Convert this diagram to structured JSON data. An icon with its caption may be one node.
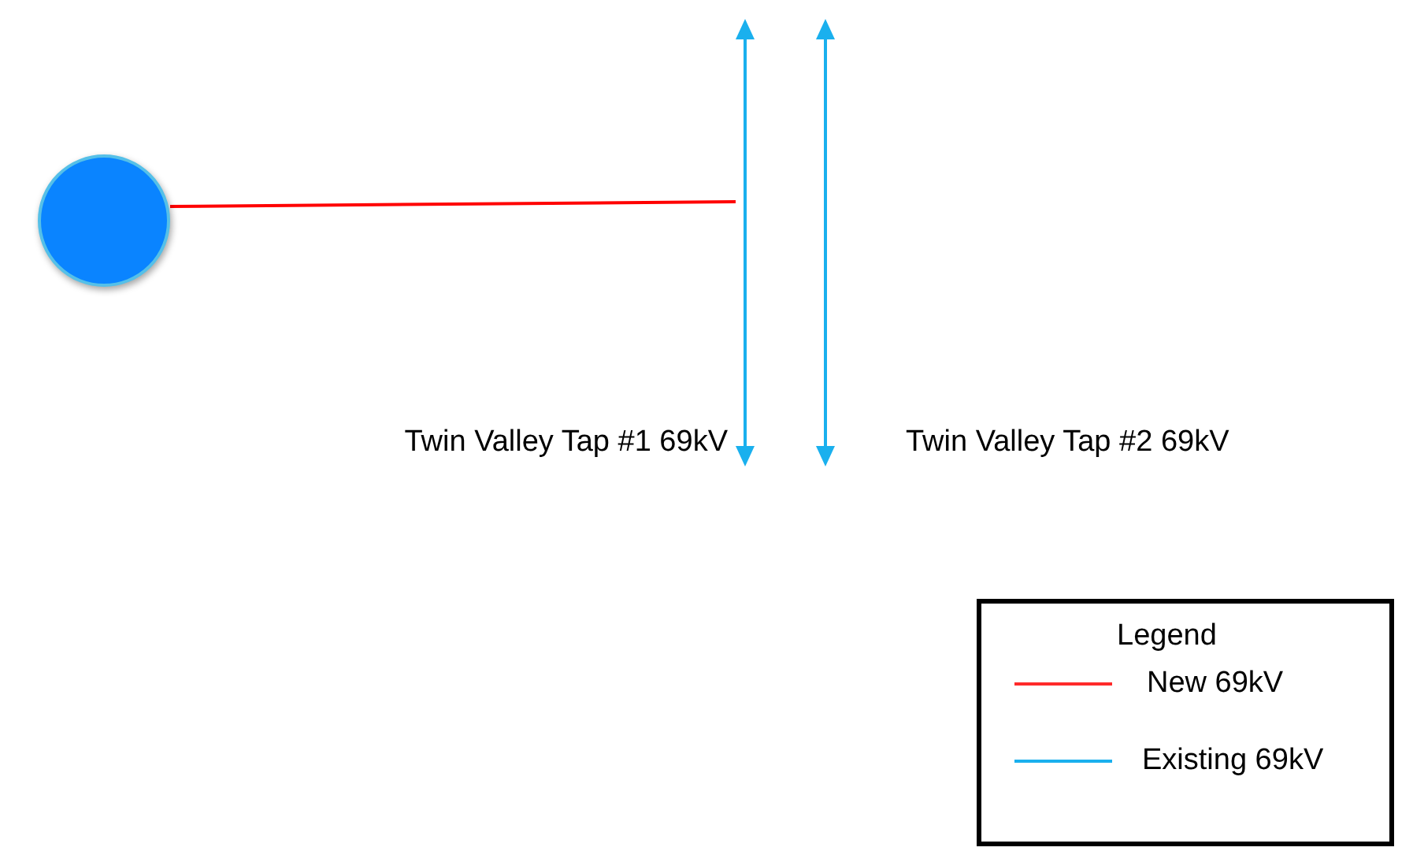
{
  "diagram": {
    "nodes": [
      {
        "text": [],
        "shape": "circle"
      },
      {
        "text": [],
        "shape": "bar",
        "beside": [
          "Twin Valley Tap #1 69kV"
        ]
      },
      {
        "text": [],
        "shape": "bar",
        "beside": [
          "Twin Valley Tap #2 69kV"
        ]
      }
    ],
    "edges": [
      {
        "from": 0,
        "to": 1,
        "arrow": "none",
        "color": "#ff0000"
      }
    ],
    "labels": [
      "Legend"
    ],
    "legend": [
      {
        "text": "New 69kV"
      },
      {
        "text": "Existing 69kV"
      }
    ]
  }
}
